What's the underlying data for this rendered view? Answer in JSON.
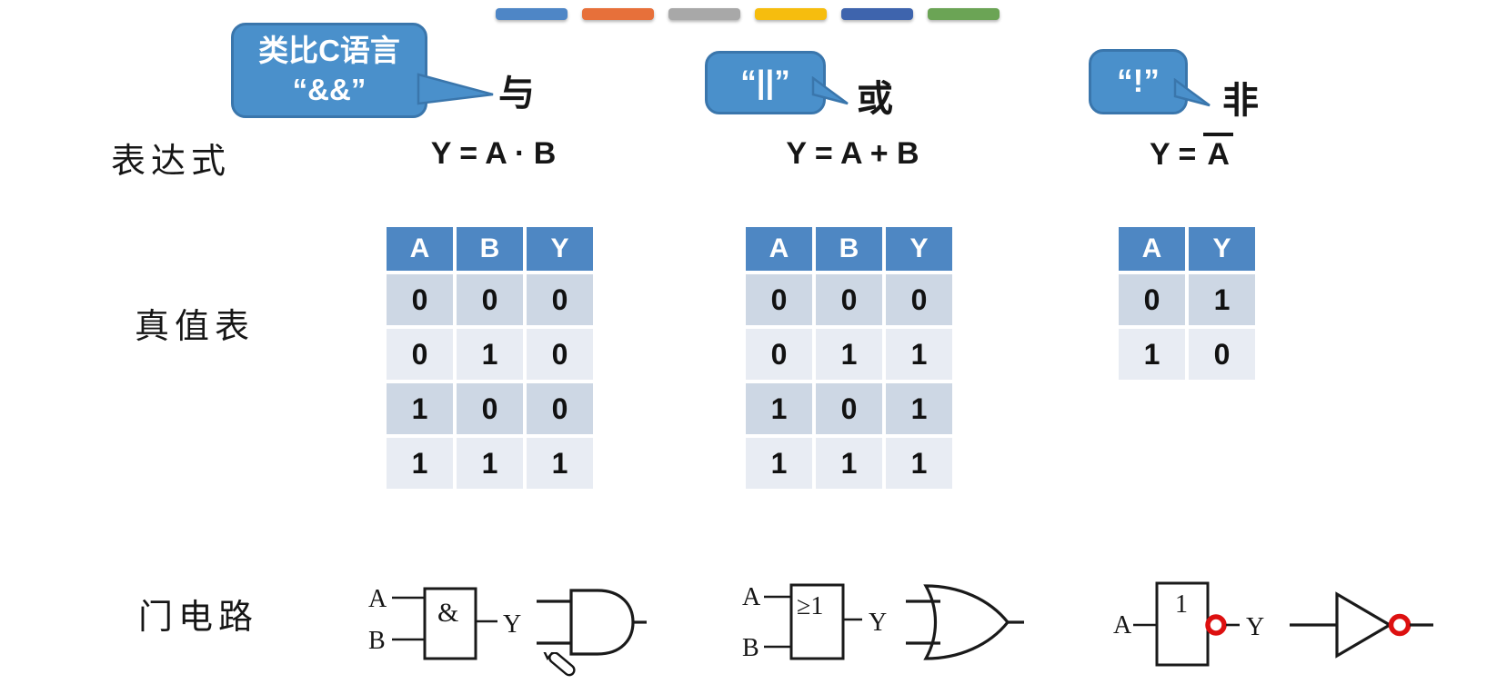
{
  "top_bars": {
    "colors": [
      "#4e86c6",
      "#e7703a",
      "#a8a8a8",
      "#f6bd0e",
      "#3e64ad",
      "#6ba455"
    ]
  },
  "callouts": {
    "and": {
      "line1": "类比C语言",
      "line2": "“&&”",
      "target": "与"
    },
    "or": {
      "line1": "“||”",
      "target": "或"
    },
    "not": {
      "line1": "“!”",
      "target": "非"
    }
  },
  "row_labels": {
    "expression": "表达式",
    "truth_table": "真值表",
    "gate_circuit": "门电路"
  },
  "expressions": {
    "and": "Y = A · B",
    "or": "Y = A + B",
    "not_prefix": "Y =",
    "not_overlined": "A"
  },
  "truth_tables": {
    "and": {
      "headers": [
        "A",
        "B",
        "Y"
      ],
      "rows": [
        [
          "0",
          "0",
          "0"
        ],
        [
          "0",
          "1",
          "0"
        ],
        [
          "1",
          "0",
          "0"
        ],
        [
          "1",
          "1",
          "1"
        ]
      ]
    },
    "or": {
      "headers": [
        "A",
        "B",
        "Y"
      ],
      "rows": [
        [
          "0",
          "0",
          "0"
        ],
        [
          "0",
          "1",
          "1"
        ],
        [
          "1",
          "0",
          "1"
        ],
        [
          "1",
          "1",
          "1"
        ]
      ]
    },
    "not": {
      "headers": [
        "A",
        "Y"
      ],
      "rows": [
        [
          "0",
          "1"
        ],
        [
          "1",
          "0"
        ]
      ]
    }
  },
  "gates": {
    "and": {
      "iec_label": "&",
      "in1": "A",
      "in2": "B",
      "out": "Y"
    },
    "or": {
      "iec_label": "≥1",
      "in1": "A",
      "in2": "B",
      "out": "Y"
    },
    "not": {
      "iec_label": "1",
      "in1": "A",
      "out": "Y"
    }
  },
  "colors": {
    "bubble_fill": "#4a90cb",
    "bubble_border": "#3a76ac",
    "table_header_blue": "#4e87c3",
    "table_row_dark": "#cdd7e4",
    "table_row_light": "#e8ecf3",
    "not_bubble_red": "#dd1010"
  }
}
